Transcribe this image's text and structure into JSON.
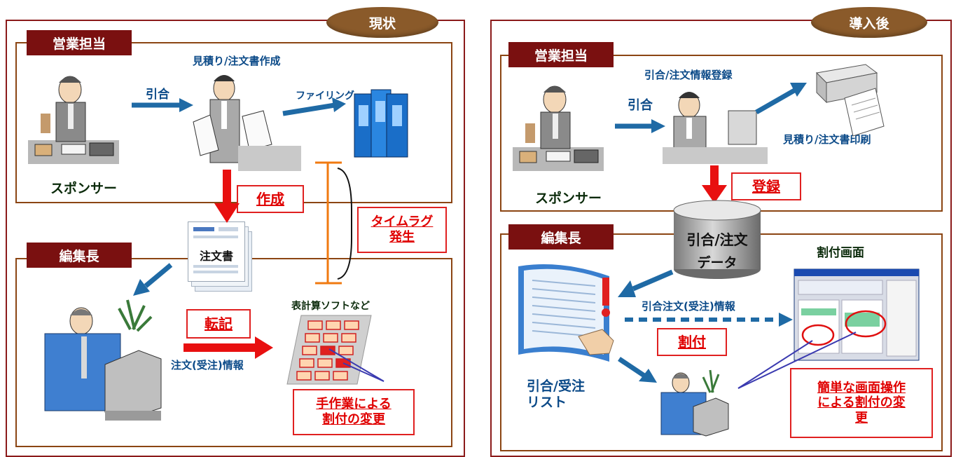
{
  "left": {
    "badge": "現状",
    "sales_tab": "営業担当",
    "editor_tab": "編集長",
    "estimate_label": "見積り/注文書作成",
    "inquiry_label": "引合",
    "filing_label": "ファイリング",
    "sponsor_label": "スポンサー",
    "create_box": "作成",
    "order_doc": "注文書",
    "timelag_box": "タイムラグ\n発生",
    "spreadsheet_label": "表計算ソフトなど",
    "transcribe_box": "転記",
    "order_info_label": "注文(受注)情報",
    "manual_box": "手作業による\n割付の変更"
  },
  "right": {
    "badge": "導入後",
    "sales_tab": "営業担当",
    "editor_tab": "編集長",
    "register_info_label": "引合/注文情報登録",
    "inquiry_label": "引合",
    "print_label": "見積り/注文書印刷",
    "sponsor_label": "スポンサー",
    "register_box": "登録",
    "db_line1": "引合/注文",
    "db_line2": "データ",
    "layout_screen_label": "割付画面",
    "order_info_label": "引合注文(受注)情報",
    "assign_box": "割付",
    "list_label": "引合/受注\nリスト",
    "easy_box": "簡単な画面操作\nによる割付の変\n更"
  },
  "colors": {
    "panel_border": "#8b1a1a",
    "tab_bg": "#7a1010",
    "badge_bg": "#8a5a2a",
    "blue_text": "#0b4a88",
    "arrow_blue": "#1f6aa5",
    "arrow_red": "#e81010",
    "box_red": "#e02020"
  }
}
